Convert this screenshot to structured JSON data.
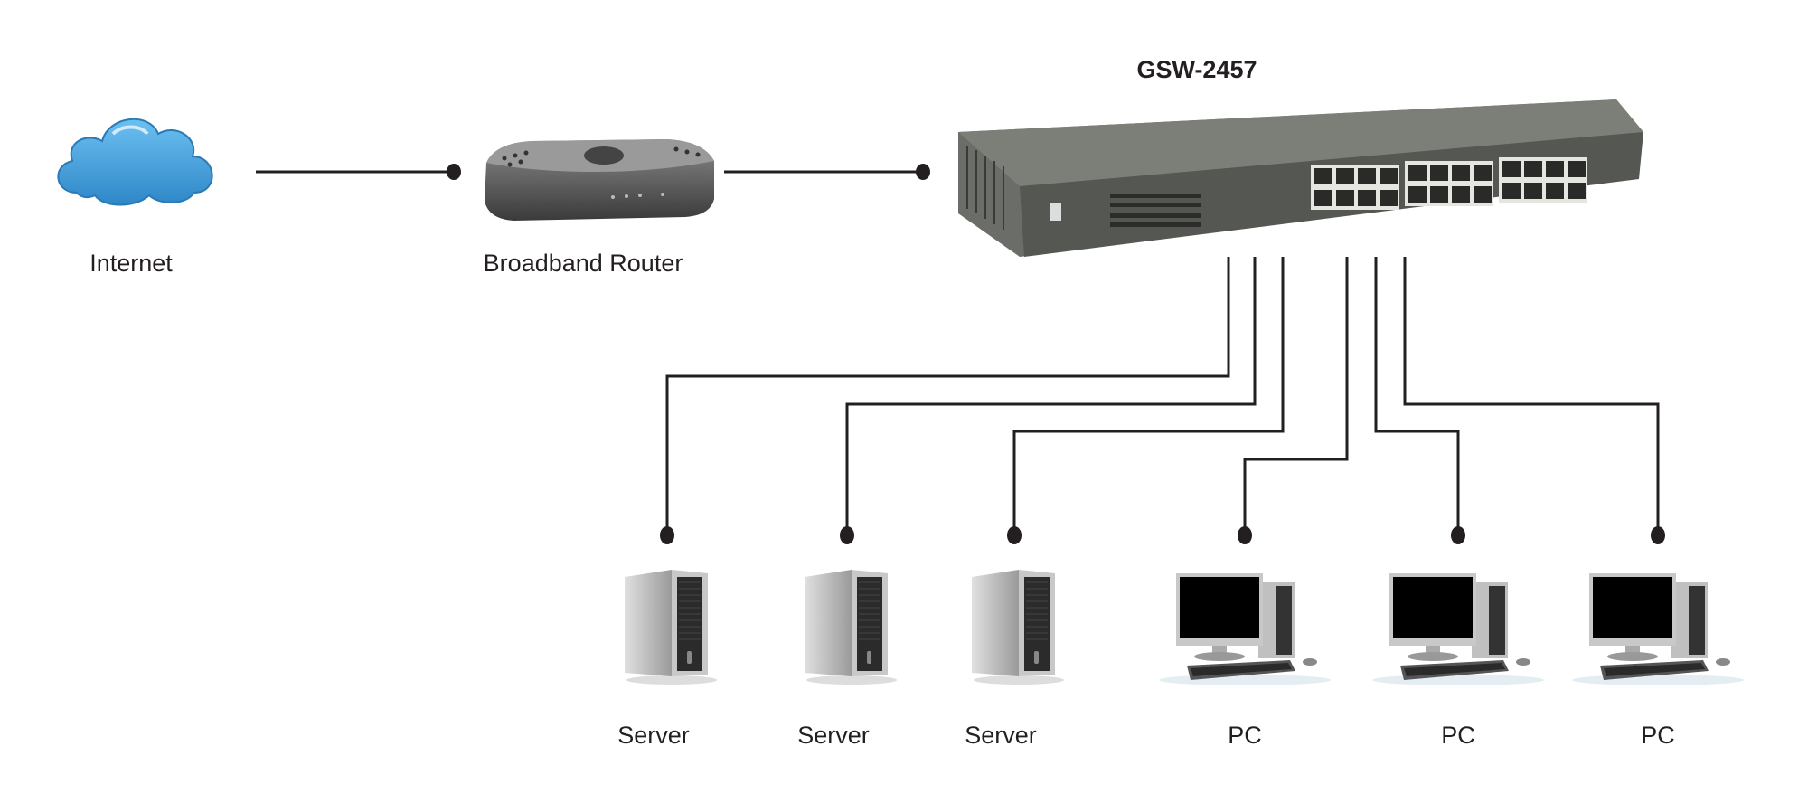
{
  "diagram": {
    "title": "GSW-2457",
    "nodes": {
      "internet": {
        "label": "Internet",
        "icon": "cloud-icon"
      },
      "router": {
        "label": "Broadband Router",
        "icon": "router-icon"
      },
      "switch": {
        "label": "GSW-2457",
        "icon": "switch-icon"
      },
      "devices": [
        {
          "label": "Server",
          "icon": "server-icon"
        },
        {
          "label": "Server",
          "icon": "server-icon"
        },
        {
          "label": "Server",
          "icon": "server-icon"
        },
        {
          "label": "PC",
          "icon": "pc-icon"
        },
        {
          "label": "PC",
          "icon": "pc-icon"
        },
        {
          "label": "PC",
          "icon": "pc-icon"
        }
      ]
    },
    "edges": [
      {
        "from": "internet",
        "to": "router"
      },
      {
        "from": "router",
        "to": "switch"
      },
      {
        "from": "switch",
        "to": "devices.0"
      },
      {
        "from": "switch",
        "to": "devices.1"
      },
      {
        "from": "switch",
        "to": "devices.2"
      },
      {
        "from": "switch",
        "to": "devices.3"
      },
      {
        "from": "switch",
        "to": "devices.4"
      },
      {
        "from": "switch",
        "to": "devices.5"
      }
    ],
    "colors": {
      "line": "#231f20",
      "cloud": "#3a9ad9",
      "device_gray": "#5a5d5a"
    }
  }
}
